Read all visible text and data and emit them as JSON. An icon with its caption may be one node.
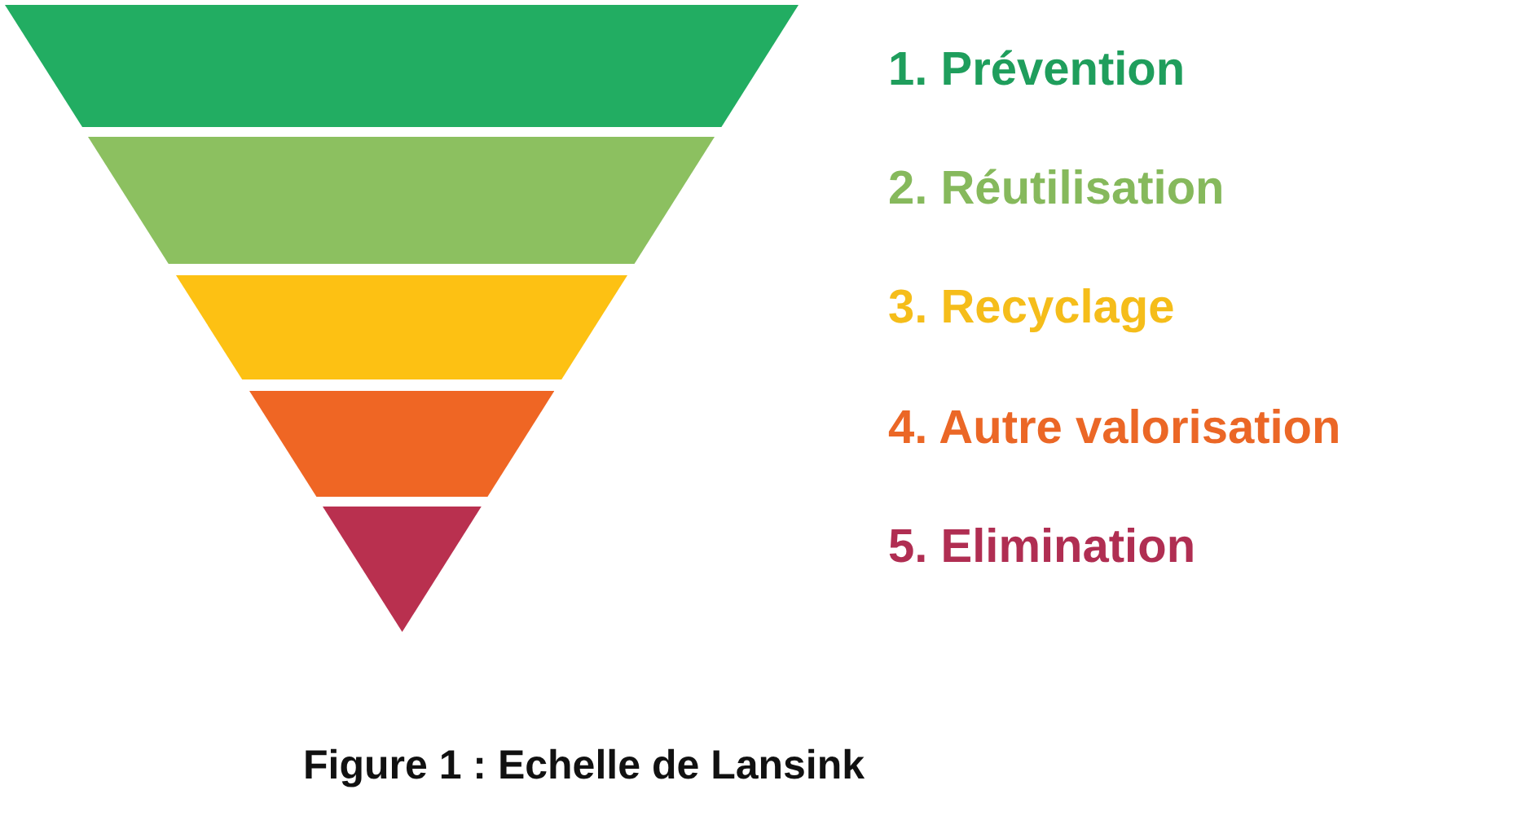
{
  "diagram": {
    "caption": "Figure 1 : Echelle de Lansink",
    "nodes": [
      {
        "text": [],
        "shape": "trapezium"
      },
      {
        "text": [],
        "shape": "trapezium"
      },
      {
        "text": [],
        "shape": "trapezium"
      },
      {
        "text": [],
        "shape": "trapezium"
      },
      {
        "text": [],
        "shape": "triangle"
      }
    ],
    "labels": [
      "1. Prévention",
      "2. Réutilisation",
      "3. Recyclage",
      "4. Autre valorisation",
      "5. Elimination"
    ]
  }
}
